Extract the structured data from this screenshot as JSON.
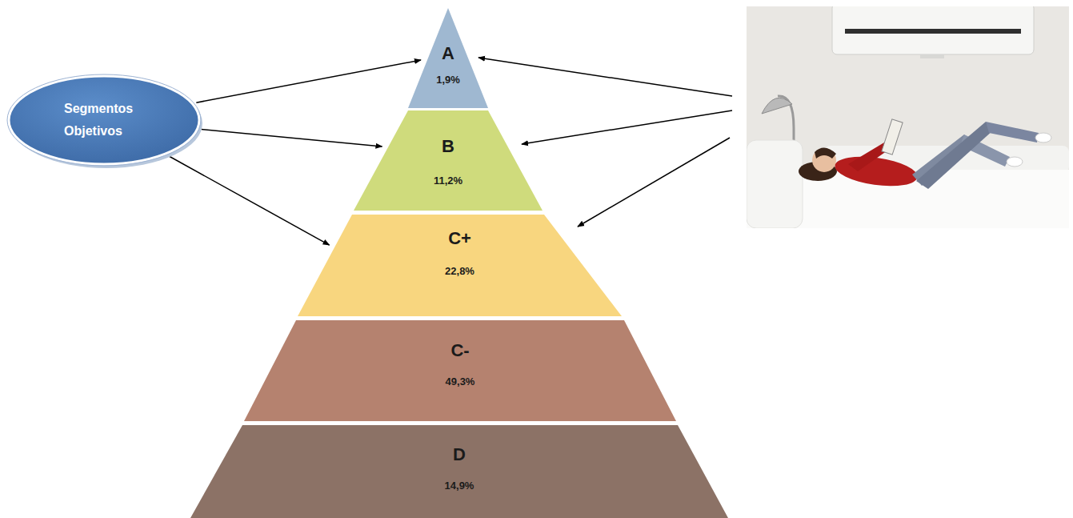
{
  "diagram": {
    "nodes": [
      {
        "text": [
          "Segmentos Objetivos"
        ]
      },
      {
        "text": [
          "A",
          "1,9%"
        ]
      },
      {
        "text": [
          "B",
          "11,2%"
        ]
      },
      {
        "text": [
          "C+",
          "22,8%"
        ]
      },
      {
        "text": [
          "C-",
          "49,3%"
        ]
      },
      {
        "text": [
          "D",
          "14,9%"
        ]
      }
    ],
    "edges": [
      {
        "from": 0,
        "to": 1,
        "arrow": "to"
      },
      {
        "from": 0,
        "to": 2,
        "arrow": "to"
      },
      {
        "from": 0,
        "to": 3,
        "arrow": "to"
      }
    ]
  }
}
